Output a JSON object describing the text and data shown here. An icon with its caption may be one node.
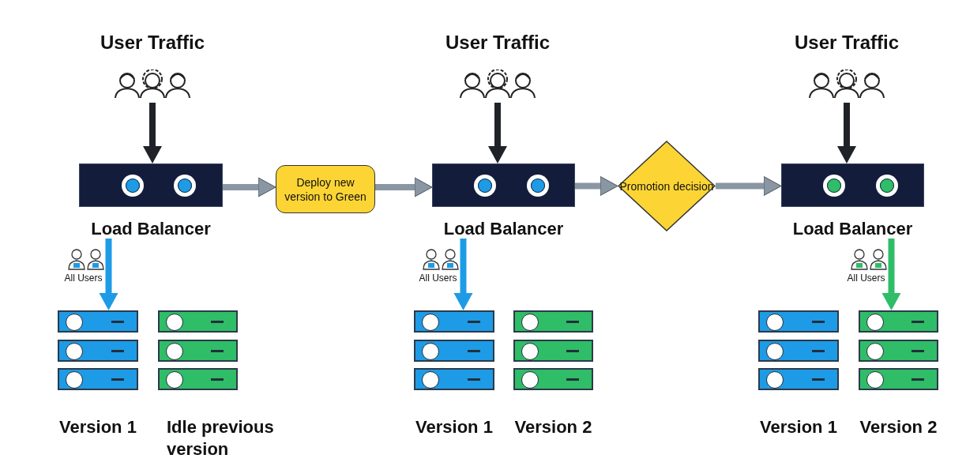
{
  "diagram": {
    "nodes": [
      {
        "text": [
          "User Traffic"
        ]
      },
      {
        "text": [
          "Load Balancer"
        ]
      },
      {
        "text": [
          "Version 1"
        ]
      },
      {
        "text": [
          "Idle previous version"
        ]
      },
      {
        "text": [
          "Deploy new version to Green"
        ]
      },
      {
        "text": [
          "User Traffic"
        ]
      },
      {
        "text": [
          "Load Balancer"
        ]
      },
      {
        "text": [
          "Version 1"
        ]
      },
      {
        "text": [
          "Version 2"
        ]
      },
      {
        "text": [
          "Promotion decision"
        ]
      },
      {
        "text": [
          "User Traffic"
        ]
      },
      {
        "text": [
          "Load Balancer"
        ]
      },
      {
        "text": [
          "Version 1"
        ]
      },
      {
        "text": [
          "Version 2"
        ]
      }
    ],
    "edges": [
      {
        "from": 0,
        "to": 1,
        "arrow": "to",
        "color": "#1f2328"
      },
      {
        "from": 1,
        "to": 2,
        "arrow": "to",
        "label": "All Users",
        "color": "#1e9be6"
      },
      {
        "from": 1,
        "to": 4,
        "arrow": "to"
      },
      {
        "from": 4,
        "to": 6,
        "arrow": "to"
      },
      {
        "from": 5,
        "to": 6,
        "arrow": "to",
        "color": "#1f2328"
      },
      {
        "from": 6,
        "to": 7,
        "arrow": "to",
        "label": "All Users",
        "color": "#1e9be6"
      },
      {
        "from": 6,
        "to": 9,
        "arrow": "to"
      },
      {
        "from": 9,
        "to": 11,
        "arrow": "to"
      },
      {
        "from": 10,
        "to": 11,
        "arrow": "to",
        "color": "#1f2328"
      },
      {
        "from": 11,
        "to": 13,
        "arrow": "to",
        "label": "All Users",
        "color": "#2fbd68"
      }
    ]
  }
}
